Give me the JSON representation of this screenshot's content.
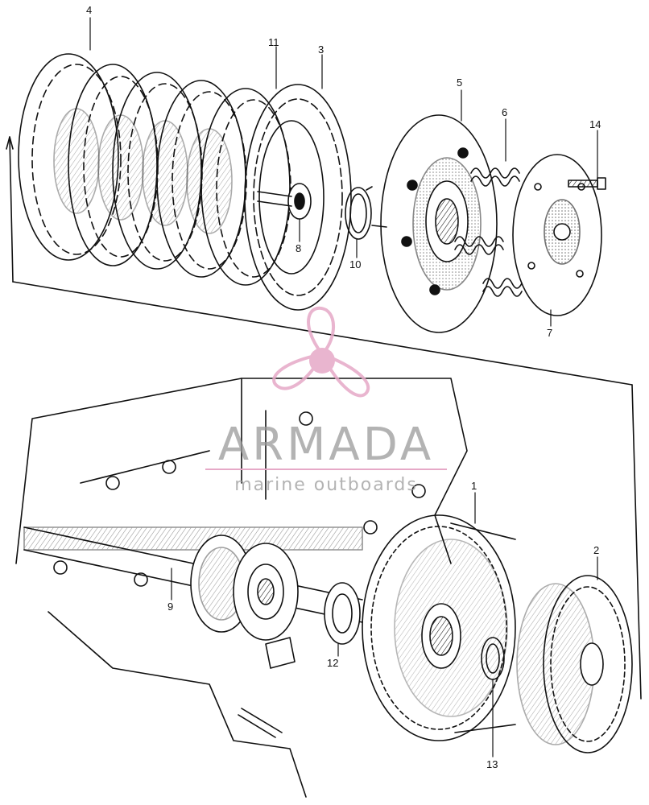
{
  "callouts": {
    "p1": "1",
    "p2": "2",
    "p3": "3",
    "p4": "4",
    "p5": "5",
    "p6": "6",
    "p7": "7",
    "p8": "8",
    "p9": "9",
    "p10": "10",
    "p11": "11",
    "p12": "12",
    "p13": "13",
    "p14": "14"
  },
  "watermark": {
    "name": "ARMADA",
    "subtitle": "marine outboards",
    "logo_icon": "propeller-icon",
    "logo_color": "#e6a9c7"
  },
  "colors": {
    "line": "#111111",
    "paper": "#ffffff"
  }
}
